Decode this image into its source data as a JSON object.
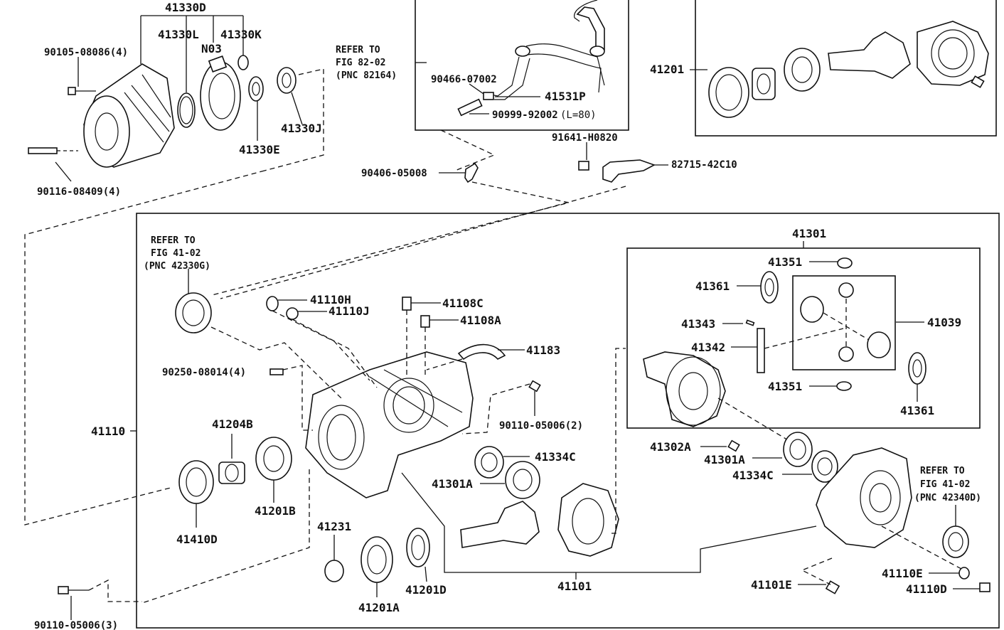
{
  "labels": {
    "p41330D": "41330D",
    "p41330L": "41330L",
    "p41330K": "41330K",
    "pN03": "N03",
    "p90105": "90105-08086(4)",
    "p41330J": "41330J",
    "p41330E": "41330E",
    "p90116": "90116-08409(4)",
    "p90466": "90466-07002",
    "p41531P": "41531P",
    "p90999": "90999-92002",
    "p90999_len": "(L=80)",
    "p91641": "91641-H0820",
    "p82715": "82715-42C10",
    "p90406": "90406-05008",
    "p41201": "41201",
    "p41301": "41301",
    "p41351a": "41351",
    "p41361a": "41361",
    "p41343": "41343",
    "p41342": "41342",
    "p41039": "41039",
    "p41351b": "41351",
    "p41361b": "41361",
    "p41110H": "41110H",
    "p41110J": "41110J",
    "p41108C": "41108C",
    "p41108A": "41108A",
    "p41183": "41183",
    "p90250": "90250-08014(4)",
    "p90110a": "90110-05006(2)",
    "p41110": "41110",
    "p41204B": "41204B",
    "p41334Ca": "41334C",
    "p41301Aa": "41301A",
    "p41410D": "41410D",
    "p41201B": "41201B",
    "p41231": "41231",
    "p41201D": "41201D",
    "p41201A": "41201A",
    "p41101": "41101",
    "p41302A": "41302A",
    "p41301Ab": "41301A",
    "p41334Cb": "41334C",
    "p41110E": "41110E",
    "p41110D": "41110D",
    "p41101E": "41101E",
    "p90110b": "90110-05006(3)"
  },
  "refs": {
    "r8202": {
      "line1": "REFER TO",
      "line2": "FIG 82-02",
      "line3": "(PNC 82164)"
    },
    "r4102a": {
      "line1": "REFER TO",
      "line2": "FIG 41-02",
      "line3": "(PNC 42330G)"
    },
    "r4102b": {
      "line1": "REFER TO",
      "line2": "FIG 41-02",
      "line3": "(PNC 42340D)"
    }
  }
}
